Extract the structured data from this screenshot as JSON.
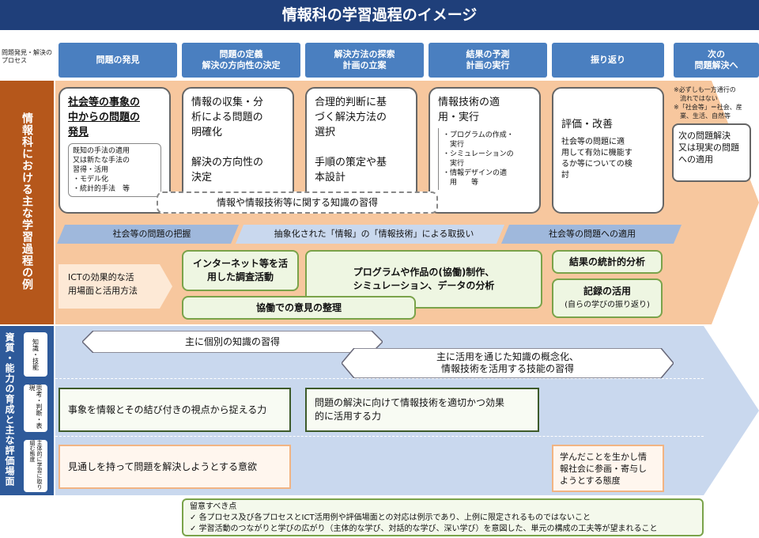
{
  "title": "情報科の学習過程のイメージ",
  "process_label": "問題発見・解決の\nプロセス",
  "stages": [
    "問題の発見",
    "問題の定義\n解決の方向性の決定",
    "解決方法の探索\n計画の立案",
    "結果の予測\n計画の実行",
    "振り返り",
    "次の\n問題解決へ"
  ],
  "side_orange": "情報科における主な学習過程の例",
  "side_blue": "資質・能力の育成と主な評価場面",
  "cards": [
    {
      "main": "社会等の事象の\n中からの問題の\n発見",
      "sub": "既知の手法の適用\n又は新たな手法の\n習得・活用\n・モデル化\n・統計的手法　等"
    },
    {
      "main": "情報の収集・分\n析による問題の\n明確化\n\n解決の方向性の\n決定",
      "sub": ""
    },
    {
      "main": "合理的判断に基\nづく解決方法の\n選択\n\n手順の策定や基\n本設計",
      "sub": ""
    },
    {
      "main": "情報技術の適\n用・実行",
      "sub": "・プログラムの作成・\n　実行\n・シミュレーションの\n　実行\n・情報デザインの適\n　用　　等"
    },
    {
      "main": "評価・改善",
      "sub": "社会等の問題に適\n用して有効に機能す\nるか等についての検\n討"
    }
  ],
  "notes": "※必ずしも一方通行の\n　流れではない\n※「社会等」＝社会、産\n　業、生活、自然等",
  "next_card": "次の問題解決\n又は現実の問題\nへの適用",
  "knowledge_box": "情報や情報技術等に関する知識の習得",
  "ribbons": [
    "社会等の問題の把握",
    "抽象化された「情報」の「情報技術」による取扱い",
    "社会等の問題への適用"
  ],
  "ict_label": "ICTの効果的な活\n用場面と活用方法",
  "activities": {
    "internet": "インターネット等を活\n用した調査活動",
    "program": "プログラムや作品の(協働)制作、\nシミュレーション、データの分析",
    "stats": "結果の統計的分析",
    "record": "記録の活用",
    "record_sub": "(自らの学びの振り返り)",
    "collab": "協働での意見の整理"
  },
  "blue_tags": [
    "知識・技能",
    "思考・判断・表現",
    "主体的に学習に取り組む態度"
  ],
  "knowledge_arrows": [
    "主に個別の知識の習得",
    "主に活用を通じた知識の概念化、\n情報技術を活用する技能の習得"
  ],
  "thinking_boxes": [
    "事象を情報とその結び付きの視点から捉える力",
    "問題の解決に向けて情報技術を適切かつ効果\n的に活用する力"
  ],
  "attitude_boxes": [
    "見通しを持って問題を解決しようとする意欲",
    "学んだことを生かし情\n報社会に参画・寄与し\nようとする態度"
  ],
  "footer": {
    "heading": "留意すべき点",
    "items": [
      "各プロセス及び各プロセスとICT活用例や評価場面との対応は例示であり、上例に限定されるものではないこと",
      "学習活動のつながりと学びの広がり（主体的な学び、対話的な学び、深い学び）を意図した、単元の構成の工夫等が望まれること"
    ]
  },
  "colors": {
    "title": "#1f3f7a",
    "stage": "#4a7fc0",
    "orange_band": "#f7c79e",
    "blue_band": "#c9d8ee",
    "side_orange": "#b5571b",
    "side_blue": "#2e5a9a"
  }
}
